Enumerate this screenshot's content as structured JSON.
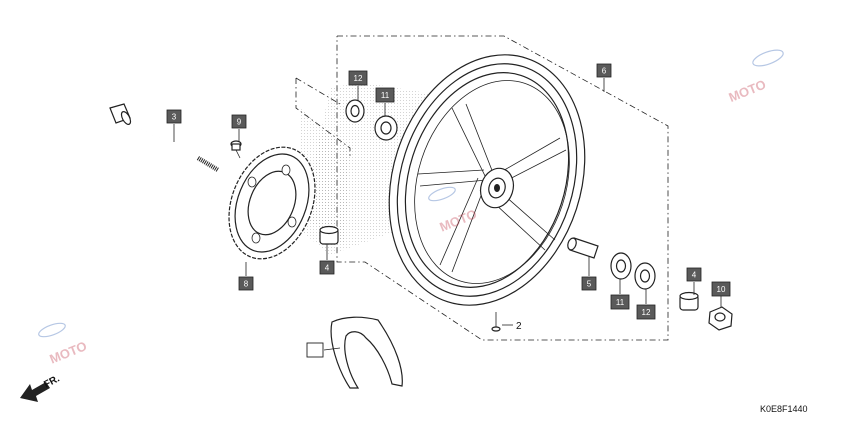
{
  "diagram": {
    "code": "K0E8F1440",
    "direction_label": "FR.",
    "watermark": "MOTO",
    "callouts": [
      {
        "id": "axle",
        "label": "3"
      },
      {
        "id": "bolt",
        "label": "9"
      },
      {
        "id": "disc",
        "label": "8"
      },
      {
        "id": "collar-left",
        "label": "4"
      },
      {
        "id": "dust-seal-left",
        "label": "12"
      },
      {
        "id": "bearing-left",
        "label": "11"
      },
      {
        "id": "wheel",
        "label": "6"
      },
      {
        "id": "distance-collar",
        "label": "5"
      },
      {
        "id": "bearing-right",
        "label": "11"
      },
      {
        "id": "dust-seal-right",
        "label": "12"
      },
      {
        "id": "collar-right",
        "label": "4"
      },
      {
        "id": "nut",
        "label": "10"
      },
      {
        "id": "valve",
        "label": "2"
      },
      {
        "id": "tire",
        "label": ""
      }
    ]
  }
}
